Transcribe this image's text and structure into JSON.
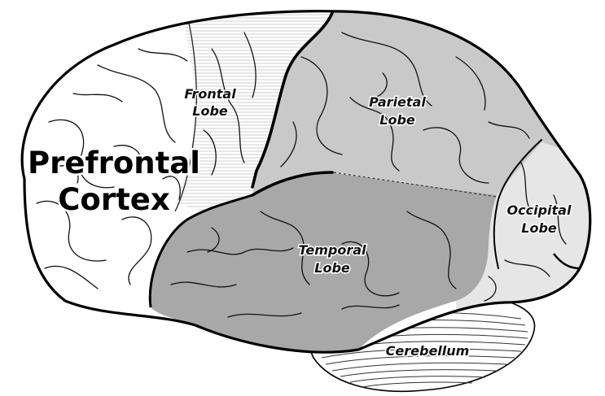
{
  "labels": {
    "frontal_line1": "Frontal",
    "frontal_line2": "Lobe",
    "parietal_line1": "Parietal",
    "parietal_line2": "Lobe",
    "prefrontal_line1": "Prefrontal",
    "prefrontal_line2": "Cortex",
    "occipital_line1": "Occipital",
    "occipital_line2": "Lobe",
    "temporal_line1": "Temporal",
    "temporal_line2": "Lobe",
    "cerebellum": "Cerebellum"
  },
  "colors": {
    "prefrontal": "#ffffff",
    "frontal_hatch": "#d4d4d4",
    "parietal": "#c9c9c9",
    "temporal": "#a8a8a8",
    "occipital": "#e6e6e6",
    "cerebellum_lines": "#333333",
    "outline": "#000000"
  }
}
